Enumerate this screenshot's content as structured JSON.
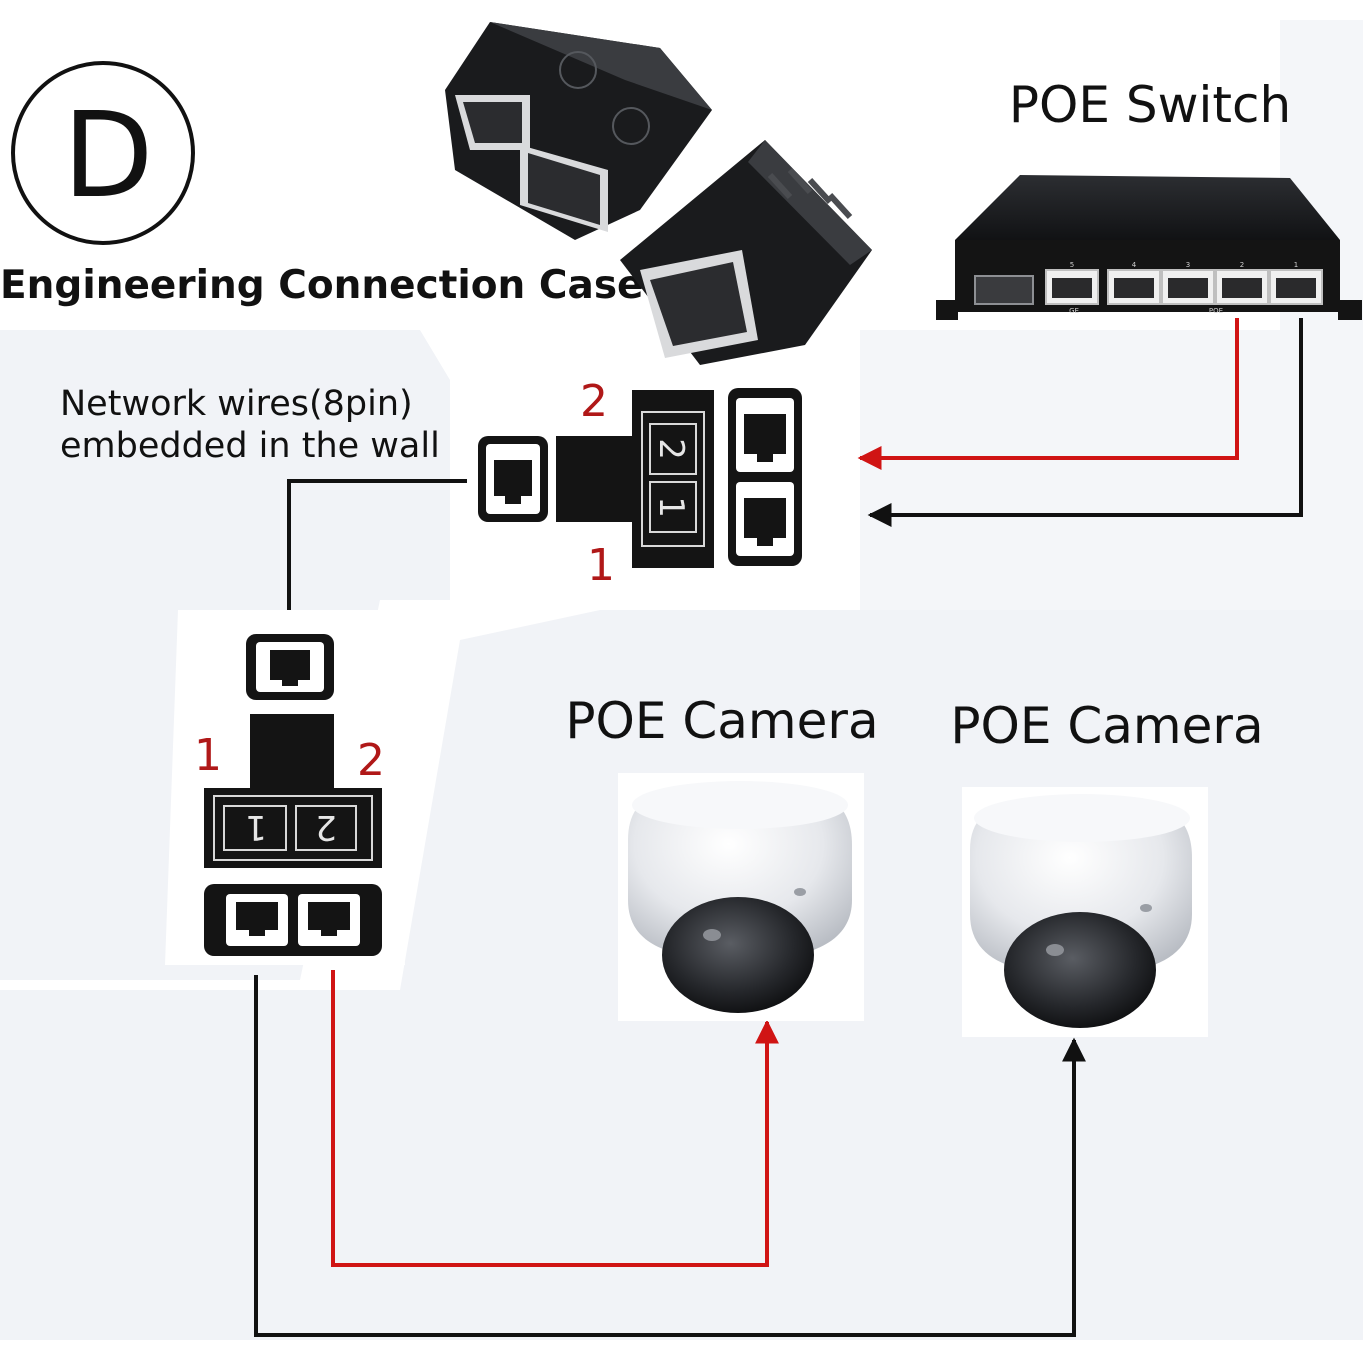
{
  "badge": {
    "letter": "D"
  },
  "heading": "Engineering Connection Case",
  "labels": {
    "switch": "POE Switch",
    "camera_1": "POE Camera",
    "camera_2": "POE Camera",
    "wall_line_1": "Network wires(8pin)",
    "wall_line_2": "embedded in the wall"
  },
  "port_numbers": {
    "top_upper": "2",
    "top_lower": "1",
    "bottom_left": "1",
    "bottom_right": "2"
  },
  "switch_panel": {
    "ports": [
      "5",
      "4",
      "3",
      "2",
      "1"
    ],
    "ge_label": "GE",
    "poe_label": "POE"
  },
  "colors": {
    "red_wire": "#d01414",
    "black_wire": "#111111",
    "device": "#141414",
    "number_red": "#b01818",
    "background": "#ffffff",
    "panel_bg": "#f1f3f7"
  }
}
